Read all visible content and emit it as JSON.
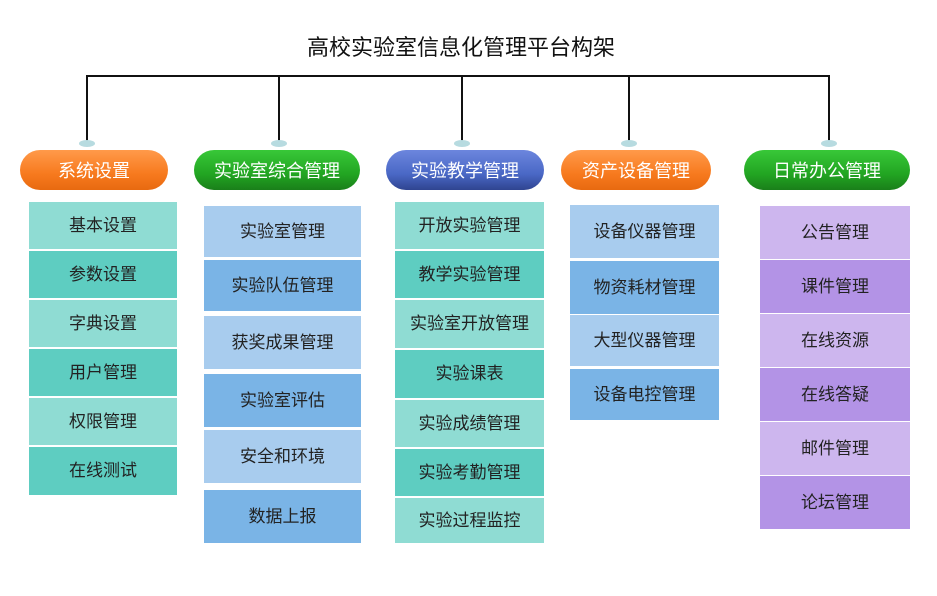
{
  "title": "高校实验室信息化管理平台构架",
  "modules": [
    {
      "label": "系统设置",
      "items": [
        "基本设置",
        "参数设置",
        "字典设置",
        "用户管理",
        "权限管理",
        "在线测试"
      ]
    },
    {
      "label": "实验室综合管理",
      "items": [
        "实验室管理",
        "实验队伍管理",
        "获奖成果管理",
        "实验室评估",
        "安全和环境",
        "数据上报"
      ]
    },
    {
      "label": "实验教学管理",
      "items": [
        "开放实验管理",
        "教学实验管理",
        "实验室开放管理",
        "实验课表",
        "实验成绩管理",
        "实验考勤管理",
        "实验过程监控"
      ]
    },
    {
      "label": "资产设备管理",
      "items": [
        "设备仪器管理",
        "物资耗材管理",
        "大型仪器管理",
        "设备电控管理"
      ]
    },
    {
      "label": "日常办公管理",
      "items": [
        "公告管理",
        "课件管理",
        "在线资源",
        "在线答疑",
        "邮件管理",
        "论坛管理"
      ]
    }
  ]
}
